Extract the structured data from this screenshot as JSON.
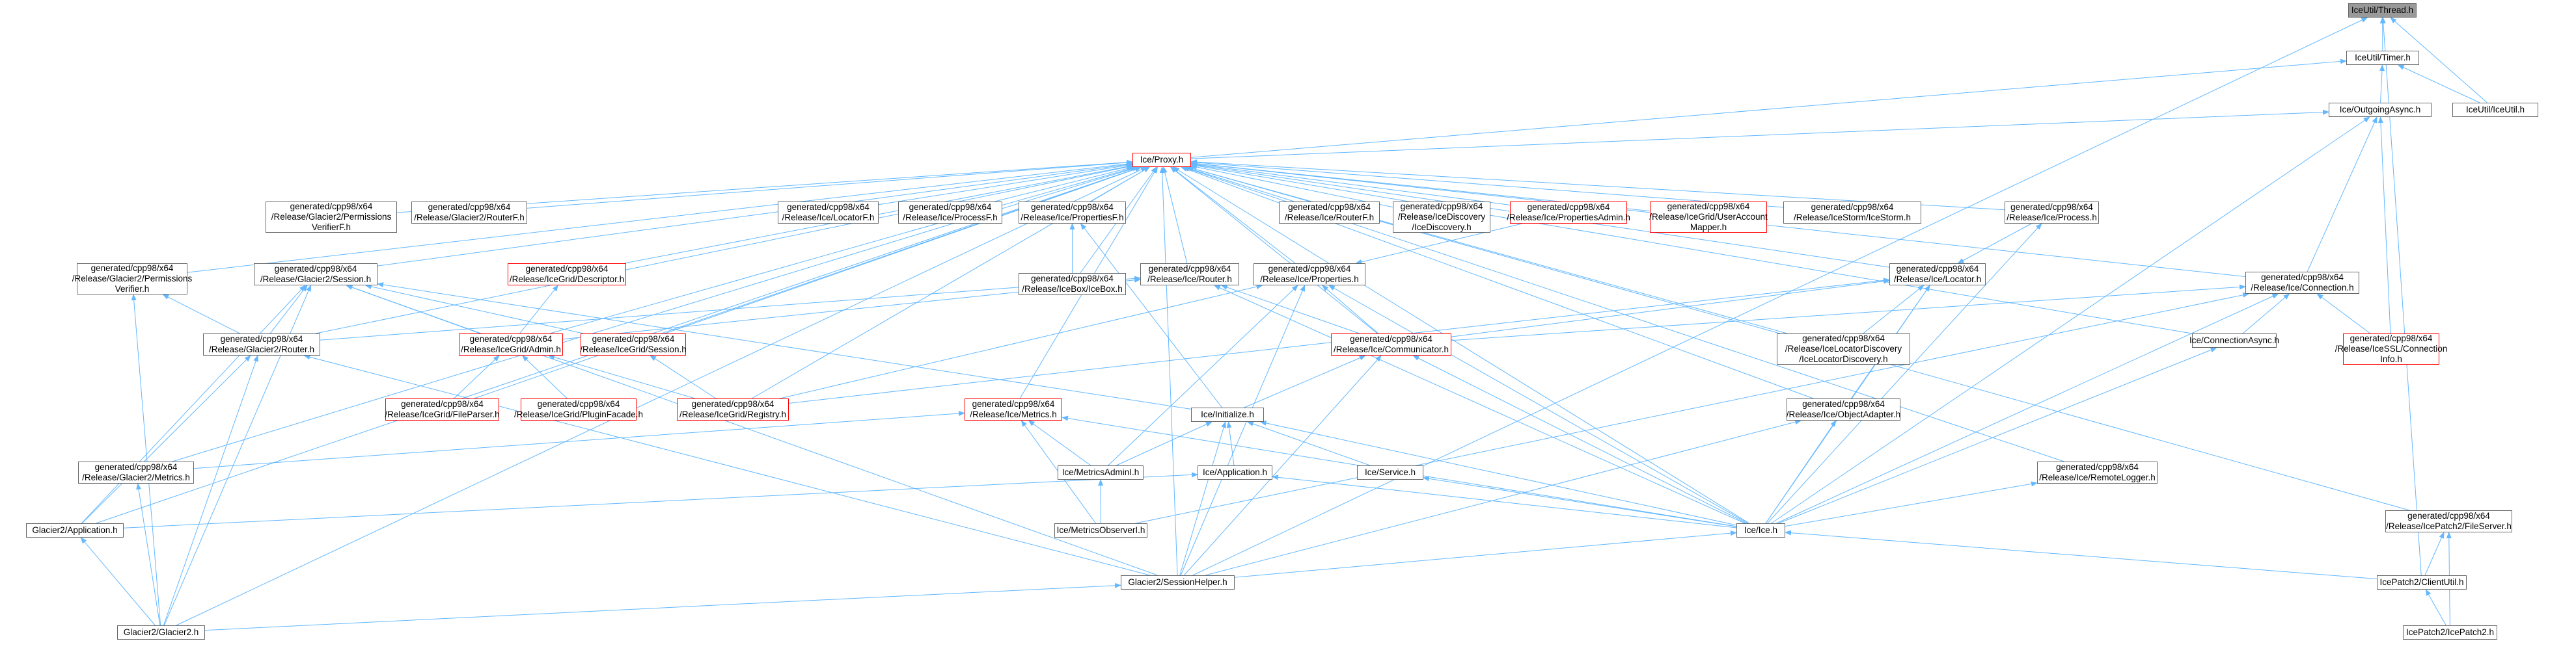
{
  "colors": {
    "edge": "#63b8ff",
    "border": "#666666",
    "highlight": "#ff0000",
    "root_fill": "#999999"
  },
  "nodes": {
    "thread": {
      "lines": [
        "IceUtil/Thread.h"
      ],
      "style": "root"
    },
    "timer": {
      "lines": [
        "IceUtil/Timer.h"
      ]
    },
    "iceutil": {
      "lines": [
        "IceUtil/IceUtil.h"
      ]
    },
    "outasync": {
      "lines": [
        "Ice/OutgoingAsync.h"
      ]
    },
    "proxy": {
      "lines": [
        "Ice/Proxy.h"
      ],
      "style": "hl"
    },
    "g2perm": {
      "lines": [
        "generated/cpp98/x64",
        "/Release/Glacier2/Permissions",
        "VerifierF.h"
      ]
    },
    "g2routerf": {
      "lines": [
        "generated/cpp98/x64",
        "/Release/Glacier2/RouterF.h"
      ]
    },
    "locatorf": {
      "lines": [
        "generated/cpp98/x64",
        "/Release/Ice/LocatorF.h"
      ]
    },
    "processf": {
      "lines": [
        "generated/cpp98/x64",
        "/Release/Ice/ProcessF.h"
      ]
    },
    "propertiesf": {
      "lines": [
        "generated/cpp98/x64",
        "/Release/Ice/PropertiesF.h"
      ]
    },
    "routerf": {
      "lines": [
        "generated/cpp98/x64",
        "/Release/Ice/RouterF.h"
      ]
    },
    "icedisc": {
      "lines": [
        "generated/cpp98/x64",
        "/Release/IceDiscovery",
        "/IceDiscovery.h"
      ]
    },
    "propadmin": {
      "lines": [
        "generated/cpp98/x64",
        "/Release/Ice/PropertiesAdmin.h"
      ],
      "style": "hl"
    },
    "useraccount": {
      "lines": [
        "generated/cpp98/x64",
        "/Release/IceGrid/UserAccount",
        "Mapper.h"
      ],
      "style": "hl"
    },
    "icestorm": {
      "lines": [
        "generated/cpp98/x64",
        "/Release/IceStorm/IceStorm.h"
      ]
    },
    "process": {
      "lines": [
        "generated/cpp98/x64",
        "/Release/Ice/Process.h"
      ]
    },
    "g2permv": {
      "lines": [
        "generated/cpp98/x64",
        "/Release/Glacier2/Permissions",
        "Verifier.h"
      ]
    },
    "g2session": {
      "lines": [
        "generated/cpp98/x64",
        "/Release/Glacier2/Session.h"
      ]
    },
    "descriptor": {
      "lines": [
        "generated/cpp98/x64",
        "/Release/IceGrid/Descriptor.h"
      ],
      "style": "hl"
    },
    "icebox": {
      "lines": [
        "generated/cpp98/x64",
        "/Release/IceBox/IceBox.h"
      ]
    },
    "router": {
      "lines": [
        "generated/cpp98/x64",
        "/Release/Ice/Router.h"
      ]
    },
    "properties": {
      "lines": [
        "generated/cpp98/x64",
        "/Release/Ice/Properties.h"
      ]
    },
    "locator": {
      "lines": [
        "generated/cpp98/x64",
        "/Release/Ice/Locator.h"
      ]
    },
    "connection": {
      "lines": [
        "generated/cpp98/x64",
        "/Release/Ice/Connection.h"
      ]
    },
    "g2router": {
      "lines": [
        "generated/cpp98/x64",
        "/Release/Glacier2/Router.h"
      ]
    },
    "gridadmin": {
      "lines": [
        "generated/cpp98/x64",
        "/Release/IceGrid/Admin.h"
      ],
      "style": "hl"
    },
    "gridsession": {
      "lines": [
        "generated/cpp98/x64",
        "/Release/IceGrid/Session.h"
      ],
      "style": "hl"
    },
    "communicator": {
      "lines": [
        "generated/cpp98/x64",
        "/Release/Ice/Communicator.h"
      ],
      "style": "hl"
    },
    "locatordisc": {
      "lines": [
        "generated/cpp98/x64",
        "/Release/IceLocatorDiscovery",
        "/IceLocatorDiscovery.h"
      ]
    },
    "connasync": {
      "lines": [
        "Ice/ConnectionAsync.h"
      ]
    },
    "sslconn": {
      "lines": [
        "generated/cpp98/x64",
        "/Release/IceSSL/Connection",
        "Info.h"
      ],
      "style": "hl"
    },
    "fileparser": {
      "lines": [
        "generated/cpp98/x64",
        "/Release/IceGrid/FileParser.h"
      ],
      "style": "hl"
    },
    "pluginfacade": {
      "lines": [
        "generated/cpp98/x64",
        "/Release/IceGrid/PluginFacade.h"
      ],
      "style": "hl"
    },
    "registry": {
      "lines": [
        "generated/cpp98/x64",
        "/Release/IceGrid/Registry.h"
      ],
      "style": "hl"
    },
    "metrics": {
      "lines": [
        "generated/cpp98/x64",
        "/Release/Ice/Metrics.h"
      ],
      "style": "hl"
    },
    "initialize": {
      "lines": [
        "Ice/Initialize.h"
      ]
    },
    "objadapter": {
      "lines": [
        "generated/cpp98/x64",
        "/Release/Ice/ObjectAdapter.h"
      ]
    },
    "g2metrics": {
      "lines": [
        "generated/cpp98/x64",
        "/Release/Glacier2/Metrics.h"
      ]
    },
    "metricsadmin": {
      "lines": [
        "Ice/MetricsAdminI.h"
      ]
    },
    "application": {
      "lines": [
        "Ice/Application.h"
      ]
    },
    "service": {
      "lines": [
        "Ice/Service.h"
      ]
    },
    "remotelogger": {
      "lines": [
        "generated/cpp98/x64",
        "/Release/Ice/RemoteLogger.h"
      ]
    },
    "filesrv": {
      "lines": [
        "generated/cpp98/x64",
        "/Release/IcePatch2/FileServer.h"
      ]
    },
    "g2app": {
      "lines": [
        "Glacier2/Application.h"
      ]
    },
    "metricsobs": {
      "lines": [
        "Ice/MetricsObserverI.h"
      ]
    },
    "ice": {
      "lines": [
        "Ice/Ice.h"
      ]
    },
    "sessionhelper": {
      "lines": [
        "Glacier2/SessionHelper.h"
      ]
    },
    "clientutil": {
      "lines": [
        "IcePatch2/ClientUtil.h"
      ]
    },
    "glacier2": {
      "lines": [
        "Glacier2/Glacier2.h"
      ]
    },
    "icepatch2": {
      "lines": [
        "IcePatch2/IcePatch2.h"
      ]
    }
  },
  "edges": [
    [
      "timer",
      "thread"
    ],
    [
      "iceutil",
      "thread"
    ],
    [
      "clientutil",
      "thread"
    ],
    [
      "sessionhelper",
      "thread"
    ],
    [
      "iceutil",
      "timer"
    ],
    [
      "outasync",
      "timer"
    ],
    [
      "proxy",
      "timer"
    ],
    [
      "proxy",
      "outasync"
    ],
    [
      "connection",
      "outasync"
    ],
    [
      "sslconn",
      "outasync"
    ],
    [
      "ice",
      "outasync"
    ],
    [
      "g2perm",
      "proxy"
    ],
    [
      "g2routerf",
      "proxy"
    ],
    [
      "locatorf",
      "proxy"
    ],
    [
      "processf",
      "proxy"
    ],
    [
      "propertiesf",
      "proxy"
    ],
    [
      "routerf",
      "proxy"
    ],
    [
      "icedisc",
      "proxy"
    ],
    [
      "propadmin",
      "proxy"
    ],
    [
      "useraccount",
      "proxy"
    ],
    [
      "icestorm",
      "proxy"
    ],
    [
      "process",
      "proxy"
    ],
    [
      "g2permv",
      "proxy"
    ],
    [
      "g2session",
      "proxy"
    ],
    [
      "descriptor",
      "proxy"
    ],
    [
      "icebox",
      "proxy"
    ],
    [
      "router",
      "proxy"
    ],
    [
      "properties",
      "proxy"
    ],
    [
      "locator",
      "proxy"
    ],
    [
      "connection",
      "proxy"
    ],
    [
      "g2router",
      "proxy"
    ],
    [
      "gridadmin",
      "proxy"
    ],
    [
      "gridsession",
      "proxy"
    ],
    [
      "communicator",
      "proxy"
    ],
    [
      "locatordisc",
      "proxy"
    ],
    [
      "connasync",
      "proxy"
    ],
    [
      "fileparser",
      "proxy"
    ],
    [
      "registry",
      "proxy"
    ],
    [
      "metrics",
      "proxy"
    ],
    [
      "objadapter",
      "proxy"
    ],
    [
      "g2metrics",
      "proxy"
    ],
    [
      "remotelogger",
      "proxy"
    ],
    [
      "filesrv",
      "proxy"
    ],
    [
      "g2app",
      "proxy"
    ],
    [
      "ice",
      "proxy"
    ],
    [
      "sessionhelper",
      "proxy"
    ],
    [
      "glacier2",
      "proxy"
    ],
    [
      "g2router",
      "g2permv"
    ],
    [
      "glacier2",
      "g2permv"
    ],
    [
      "g2router",
      "g2session"
    ],
    [
      "g2app",
      "g2session"
    ],
    [
      "glacier2",
      "g2session"
    ],
    [
      "gridadmin",
      "g2session"
    ],
    [
      "gridsession",
      "g2session"
    ],
    [
      "sessionhelper",
      "g2session"
    ],
    [
      "initialize",
      "g2session"
    ],
    [
      "gridadmin",
      "descriptor"
    ],
    [
      "icebox",
      "propertiesf"
    ],
    [
      "initialize",
      "propertiesf"
    ],
    [
      "gridadmin",
      "router"
    ],
    [
      "communicator",
      "router"
    ],
    [
      "g2router",
      "router"
    ],
    [
      "ice",
      "router"
    ],
    [
      "propadmin",
      "properties"
    ],
    [
      "communicator",
      "properties"
    ],
    [
      "ice",
      "properties"
    ],
    [
      "metricsadmin",
      "properties"
    ],
    [
      "sessionhelper",
      "properties"
    ],
    [
      "registry",
      "properties"
    ],
    [
      "process",
      "locator"
    ],
    [
      "communicator",
      "locator"
    ],
    [
      "locatordisc",
      "locator"
    ],
    [
      "objadapter",
      "locator"
    ],
    [
      "ice",
      "locator"
    ],
    [
      "registry",
      "locator"
    ],
    [
      "connasync",
      "connection"
    ],
    [
      "sslconn",
      "connection"
    ],
    [
      "ice",
      "connection"
    ],
    [
      "communicator",
      "connection"
    ],
    [
      "metricsobs",
      "connection"
    ],
    [
      "ice",
      "process"
    ],
    [
      "glacier2",
      "g2router"
    ],
    [
      "g2app",
      "g2router"
    ],
    [
      "sessionhelper",
      "g2router"
    ],
    [
      "fileparser",
      "gridadmin"
    ],
    [
      "pluginfacade",
      "gridadmin"
    ],
    [
      "registry",
      "gridadmin"
    ],
    [
      "registry",
      "gridsession"
    ],
    [
      "initialize",
      "communicator"
    ],
    [
      "ice",
      "communicator"
    ],
    [
      "sessionhelper",
      "communicator"
    ],
    [
      "ice",
      "connasync"
    ],
    [
      "metricsadmin",
      "metrics"
    ],
    [
      "metricsobs",
      "metrics"
    ],
    [
      "ice",
      "metrics"
    ],
    [
      "g2metrics",
      "metrics"
    ],
    [
      "metricsadmin",
      "initialize"
    ],
    [
      "application",
      "initialize"
    ],
    [
      "service",
      "initialize"
    ],
    [
      "ice",
      "initialize"
    ],
    [
      "sessionhelper",
      "initialize"
    ],
    [
      "ice",
      "objadapter"
    ],
    [
      "sessionhelper",
      "objadapter"
    ],
    [
      "glacier2",
      "g2metrics"
    ],
    [
      "metricsobs",
      "metricsadmin"
    ],
    [
      "g2app",
      "application"
    ],
    [
      "ice",
      "application"
    ],
    [
      "ice",
      "service"
    ],
    [
      "ice",
      "remotelogger"
    ],
    [
      "clientutil",
      "filesrv"
    ],
    [
      "icepatch2",
      "filesrv"
    ],
    [
      "glacier2",
      "g2app"
    ],
    [
      "sessionhelper",
      "ice"
    ],
    [
      "clientutil",
      "ice"
    ],
    [
      "glacier2",
      "sessionhelper"
    ],
    [
      "icepatch2",
      "clientutil"
    ]
  ]
}
